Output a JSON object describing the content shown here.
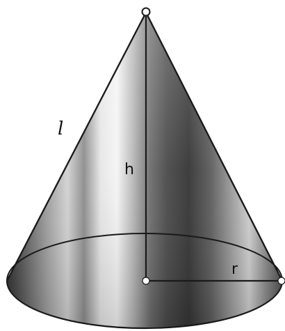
{
  "labels": {
    "slant_height": "l",
    "height": "h",
    "radius": "r"
  },
  "colors": {
    "outline": "#1a1a1a",
    "point_fill": "#ffffff",
    "background": "#ffffff"
  }
}
